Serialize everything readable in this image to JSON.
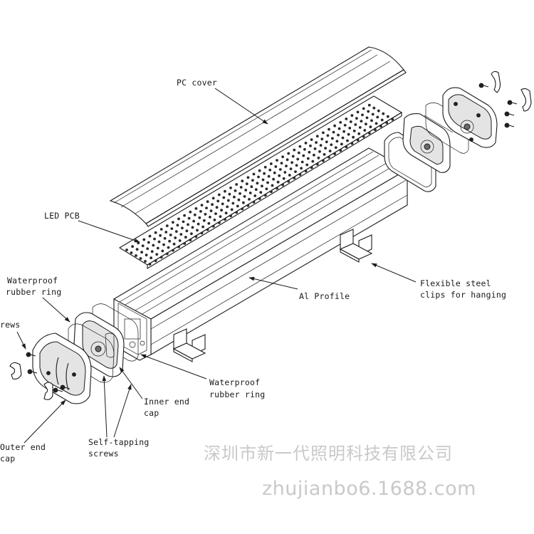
{
  "labels": {
    "pc_cover": "PC cover",
    "led_pcb": "LED PCB",
    "al_profile": "Al Profile",
    "flexible_clips_line1": "Flexible steel",
    "flexible_clips_line2": "clips for hanging",
    "waterproof_left_line1": "Waterproof",
    "waterproof_left_line2": "rubber ring",
    "screws_left": "rews",
    "waterproof_right_line1": "Waterproof",
    "waterproof_right_line2": "rubber ring",
    "inner_end_cap_line1": "Inner end",
    "inner_end_cap_line2": "cap",
    "self_tapping_line1": "Self-tapping",
    "self_tapping_line2": "screws",
    "outer_end_cap_line1": "Outer end",
    "outer_end_cap_line2": "cap"
  },
  "watermark": {
    "company": "深圳市新一代照明科技有限公司",
    "url": "zhujianbo6.1688.com"
  },
  "colors": {
    "line": "#1a1a1a",
    "watermark": "#c9c9c9",
    "background": "#ffffff"
  }
}
